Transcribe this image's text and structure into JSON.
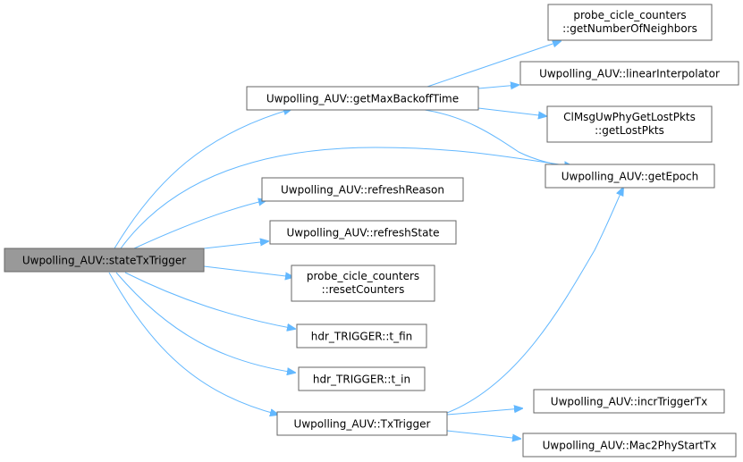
{
  "diagram": {
    "colors": {
      "edge": "#63b8ff",
      "node_border": "#666666",
      "node_fill": "#ffffff",
      "root_fill": "#999999"
    },
    "nodes": {
      "stateTxTrigger": [
        "Uwpolling_AUV::stateTxTrigger"
      ],
      "getMaxBackoffTime": [
        "Uwpolling_AUV::getMaxBackoffTime"
      ],
      "getNumberOfNeighbors": [
        "probe_cicle_counters",
        "::getNumberOfNeighbors"
      ],
      "linearInterpolator": [
        "Uwpolling_AUV::linearInterpolator"
      ],
      "getLostPkts": [
        "ClMsgUwPhyGetLostPkts",
        "::getLostPkts"
      ],
      "getEpoch": [
        "Uwpolling_AUV::getEpoch"
      ],
      "refreshReason": [
        "Uwpolling_AUV::refreshReason"
      ],
      "refreshState": [
        "Uwpolling_AUV::refreshState"
      ],
      "resetCounters": [
        "probe_cicle_counters",
        "::resetCounters"
      ],
      "t_fin": [
        "hdr_TRIGGER::t_fin"
      ],
      "t_in": [
        "hdr_TRIGGER::t_in"
      ],
      "TxTrigger": [
        "Uwpolling_AUV::TxTrigger"
      ],
      "incrTriggerTx": [
        "Uwpolling_AUV::incrTriggerTx"
      ],
      "Mac2PhyStartTx": [
        "Uwpolling_AUV::Mac2PhyStartTx"
      ]
    }
  }
}
